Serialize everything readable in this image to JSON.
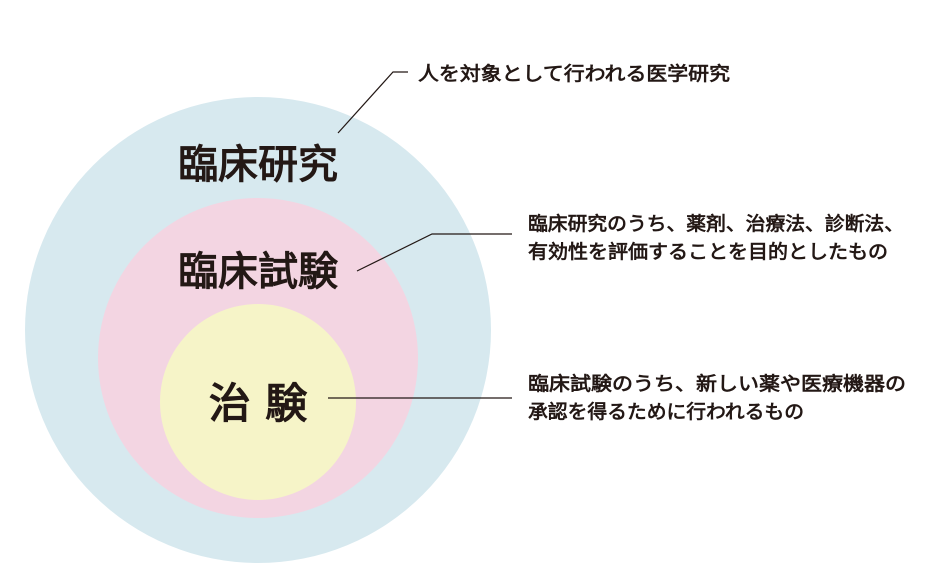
{
  "diagram": {
    "colors": {
      "outer": "#d7e9ef",
      "middle": "#f3d5e2",
      "inner": "#f6f4c8",
      "text": "#231815"
    },
    "circles": {
      "outer": {
        "label": "臨床研究"
      },
      "middle": {
        "label": "臨床試験"
      },
      "inner": {
        "label": "治 験"
      }
    },
    "notes": {
      "outer": {
        "lines": [
          "人を対象として行われる医学研究"
        ]
      },
      "middle": {
        "lines": [
          "臨床研究のうち、薬剤、治療法、診断法、",
          "有効性を評価することを目的としたもの"
        ]
      },
      "inner": {
        "lines": [
          "臨床試験のうち、新しい薬や医療機器の",
          "承認を得るために行われるもの"
        ]
      }
    }
  }
}
